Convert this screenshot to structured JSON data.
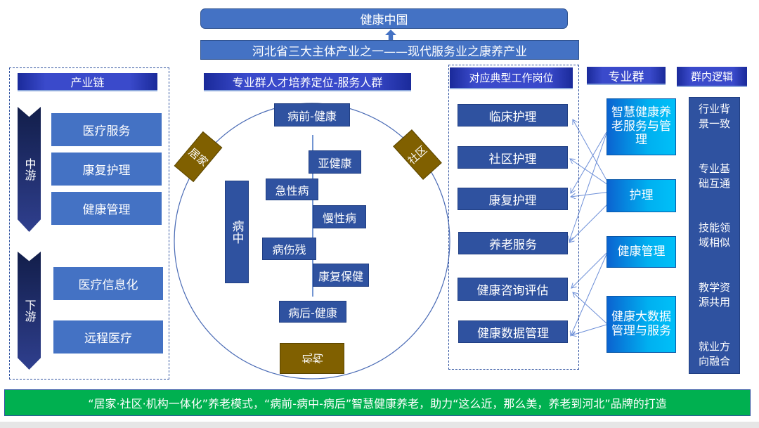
{
  "top": {
    "title": "健康中国",
    "subtitle": "河北省三大主体产业之一——现代服务业之康养产业"
  },
  "chain": {
    "header": "产业链",
    "mid_label": "中游",
    "mid_items": [
      "医疗服务",
      "康复护理",
      "健康管理"
    ],
    "down_label": "下游",
    "down_items": [
      "医疗信息化",
      "远程医疗"
    ]
  },
  "center": {
    "header": "专业群人才培养定位-服务人群",
    "settings": [
      "居家",
      "社区",
      "机构"
    ],
    "before": "病前-健康",
    "during": "病中",
    "stages": [
      "亚健康",
      "急性病",
      "慢性病",
      "病伤残",
      "康复保健"
    ],
    "after": "病后-健康"
  },
  "jobs": {
    "header": "对应典型工作岗位",
    "items": [
      "临床护理",
      "社区护理",
      "康复护理",
      "养老服务",
      "健康咨询评估",
      "健康数据管理"
    ]
  },
  "majors": {
    "header": "专业群",
    "items": [
      "智慧健康养老服务与管理",
      "护理",
      "健康管理",
      "健康大数据管理与服务"
    ]
  },
  "logic": {
    "header": "群内逻辑",
    "items": [
      "行业背景一致",
      "专业基础互通",
      "技能领域相似",
      "教学资源共用",
      "就业方向融合"
    ]
  },
  "footer": "“居家·社区·机构一体化”养老模式，“病前-病中-病后”智慧健康养老，助力“这么近，那么美，养老到河北”品牌的打造",
  "colors": {
    "primary": "#4472c4",
    "dark": "#2f52a0",
    "gold": "#806000",
    "cyan": "#00b0f0",
    "green": "#00b050"
  }
}
